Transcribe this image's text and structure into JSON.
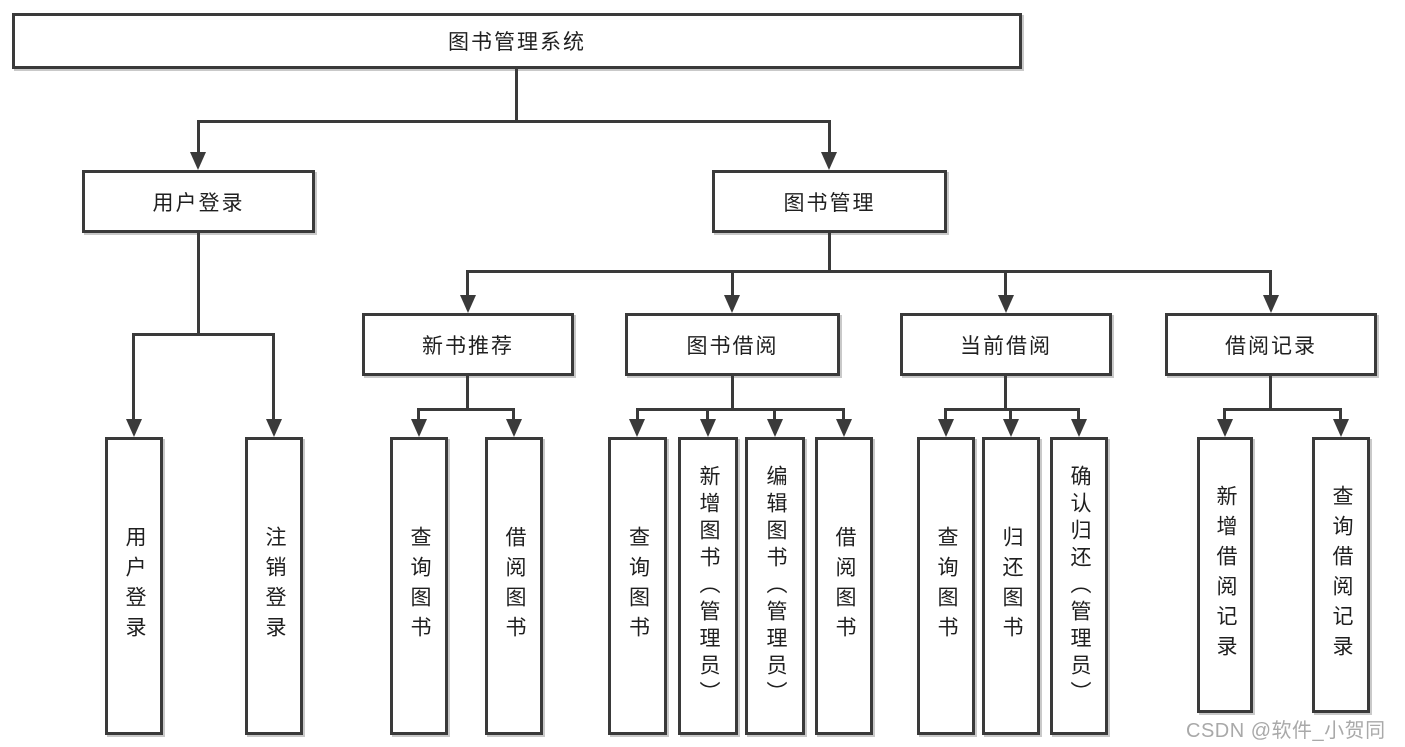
{
  "title": {
    "label": "图书管理系统"
  },
  "nodes": {
    "user_login": "用户登录",
    "book_management": "图书管理",
    "new_book_recommend": "新书推荐",
    "book_borrow": "图书借阅",
    "current_borrow": "当前借阅",
    "borrow_records": "借阅记录",
    "leaf_user_login": "用户登录",
    "leaf_logout": "注销登录",
    "leaf_rec_query_books": "查询图书",
    "leaf_rec_borrow_books": "借阅图书",
    "leaf_bb_query_books": "查询图书",
    "leaf_bb_add_books": "新增图书（管理员）",
    "leaf_bb_edit_books": "编辑图书（管理员）",
    "leaf_bb_borrow_books": "借阅图书",
    "leaf_cb_query_books": "查询图书",
    "leaf_cb_return_books": "归还图书",
    "leaf_cb_confirm_return": "确认归还（管理员）",
    "leaf_br_add_record": "新增借阅记录",
    "leaf_br_query_record": "查询借阅记录"
  },
  "structure": {
    "图书管理系统": [
      "用户登录",
      "图书管理"
    ],
    "用户登录": [
      "用户登录",
      "注销登录"
    ],
    "图书管理": [
      "新书推荐",
      "图书借阅",
      "当前借阅",
      "借阅记录"
    ],
    "新书推荐": [
      "查询图书",
      "借阅图书"
    ],
    "图书借阅": [
      "查询图书",
      "新增图书（管理员）",
      "编辑图书（管理员）",
      "借阅图书"
    ],
    "当前借阅": [
      "查询图书",
      "归还图书",
      "确认归还（管理员）"
    ],
    "借阅记录": [
      "新增借阅记录",
      "查询借阅记录"
    ]
  },
  "watermark": "CSDN @软件_小贺同学",
  "colors": {
    "line": "#3a3a3a",
    "text": "#1f1f1f",
    "watermark": "#a9a9a9"
  }
}
